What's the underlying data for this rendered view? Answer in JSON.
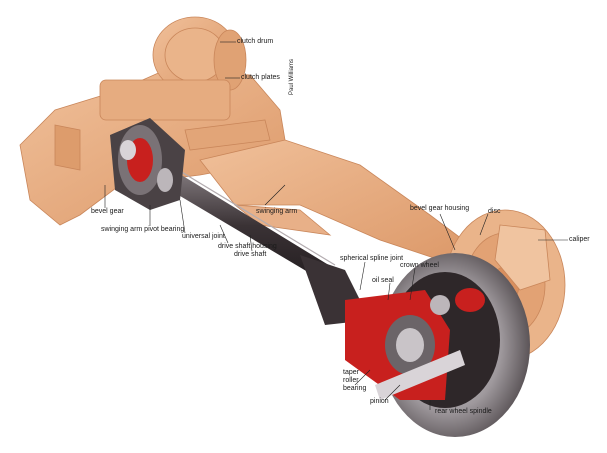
{
  "labels": {
    "clutch_drum": "clutch drum",
    "clutch_plates": "clutch plates",
    "artist_credit": "Paul Williams",
    "bevel_gear": "bevel gear",
    "swinging_arm_pivot_bearing": "swinging arm pivot bearing",
    "universal_joint": "universal joint",
    "drive_shaft_housing": "drive shaft housing",
    "drive_shaft": "drive shaft",
    "swinging_arm": "swinging arm",
    "bevel_gear_housing": "bevel gear housing",
    "disc": "disc",
    "caliper": "caliper",
    "spherical_spline_joint": "spherical spline joint",
    "crown_wheel": "crown wheel",
    "oil_seal": "oil seal",
    "taper_roller_bearing": "taper roller bearing",
    "pinion": "pinion",
    "rear_wheel_spindle": "rear wheel spindle"
  },
  "colors": {
    "ghost_orange": "#e8a877",
    "ghost_line": "#c9865a",
    "metal_dark": "#2a2426",
    "metal_mid": "#6b6468",
    "metal_light": "#c9c4c8",
    "cutaway_red": "#c8201e"
  }
}
